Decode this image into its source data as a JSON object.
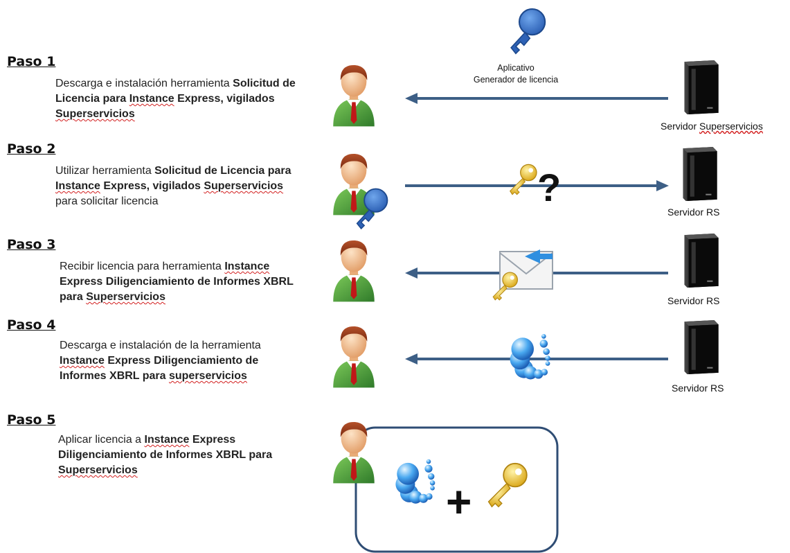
{
  "steps": [
    {
      "title": "Paso 1",
      "parts": [
        {
          "t": "Descarga e instalación herramienta ",
          "b": false
        },
        {
          "t": "Solicitud de Licencia para ",
          "b": true
        },
        {
          "t": "Instance",
          "b": true,
          "sq": true
        },
        {
          "t": " Express, vigilados ",
          "b": true
        },
        {
          "t": "Superservicios",
          "b": true,
          "sq": true
        }
      ]
    },
    {
      "title": "Paso 2",
      "parts": [
        {
          "t": "Utilizar herramienta ",
          "b": false
        },
        {
          "t": "Solicitud de Licencia para ",
          "b": true
        },
        {
          "t": "Instance",
          "b": true,
          "sq": true
        },
        {
          "t": " Express, vigilados ",
          "b": true
        },
        {
          "t": "Superservicios",
          "b": true,
          "sq": true
        },
        {
          "t": " para solicitar licencia",
          "b": false
        }
      ]
    },
    {
      "title": "Paso 3",
      "parts": [
        {
          "t": "Recibir licencia para herramienta ",
          "b": false
        },
        {
          "t": "Instance",
          "b": true,
          "sq": true
        },
        {
          "t": " Express Diligenciamiento de Informes XBRL para ",
          "b": true
        },
        {
          "t": "Superservicios",
          "b": true,
          "sq": true
        }
      ]
    },
    {
      "title": "Paso 4",
      "parts": [
        {
          "t": "Descarga e instalación de la herramienta ",
          "b": false
        },
        {
          "t": "Instance",
          "b": true,
          "sq": true
        },
        {
          "t": " Express Diligenciamiento de Informes XBRL para ",
          "b": true
        },
        {
          "t": "superservicios",
          "b": true,
          "sq": true
        }
      ]
    },
    {
      "title": "Paso 5",
      "parts": [
        {
          "t": "Aplicar licencia a ",
          "b": false
        },
        {
          "t": "Instance",
          "b": true,
          "sq": true
        },
        {
          "t": " Express Diligenciamiento de Informes XBRL para ",
          "b": true
        },
        {
          "t": "Superservicios",
          "b": true,
          "sq": true
        }
      ]
    }
  ],
  "generator_label_line1": "Aplicativo",
  "generator_label_line2": "Generador de licencia",
  "server_labels": [
    "Servidor Superservicios",
    "Servidor RS",
    "Servidor RS",
    "Servidor RS"
  ],
  "question_mark": "?",
  "plus_sign": "+",
  "colors": {
    "arrow": "#3d5f86",
    "key_blue": "#3f78c8",
    "key_gold": "#f2c318",
    "box_border": "#2f4d74",
    "spellcheck": "#d21f1f"
  },
  "icons": [
    "user-icon",
    "server-icon",
    "blue-key-icon",
    "gold-key-icon",
    "envelope-icon",
    "xbrl-worm-icon"
  ]
}
